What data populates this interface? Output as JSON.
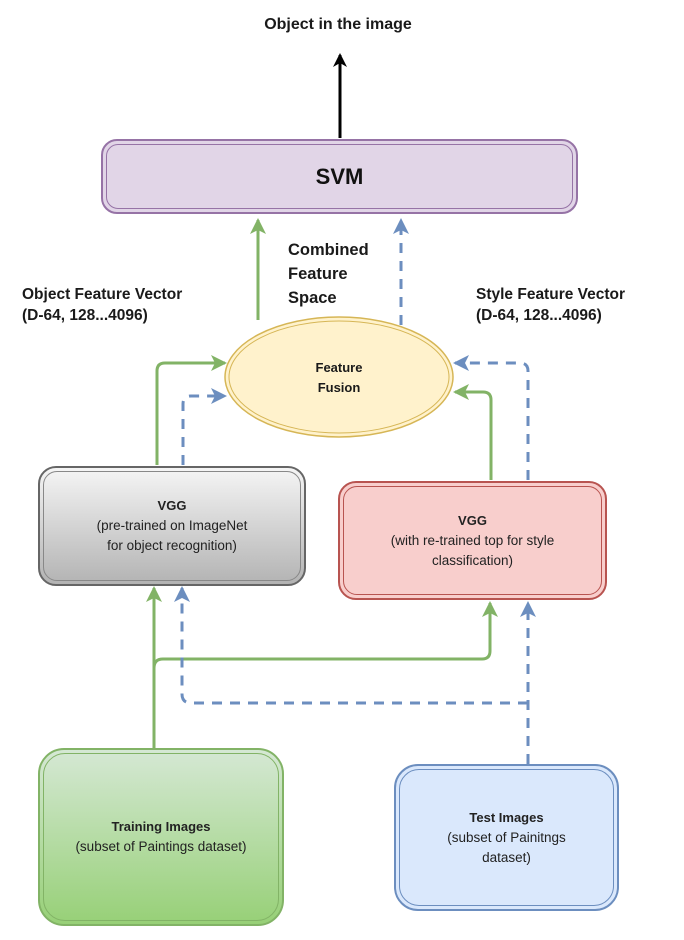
{
  "diagram": {
    "output_label": "Object in the image",
    "combined_label": "Combined\nFeature\nSpace",
    "object_vector_label": "Object Feature  Vector\n(D-64, 128...4096)",
    "style_vector_label": "Style Feature  Vector\n(D-64, 128...4096)",
    "nodes": {
      "svm": {
        "title": "SVM"
      },
      "fusion": {
        "title": "Feature\nFusion"
      },
      "vgg_object": {
        "title": "VGG",
        "subtitle": "(pre-trained on ImageNet\nfor object recognition)"
      },
      "vgg_style": {
        "title": "VGG",
        "subtitle": "(with re-trained  top for style\nclassification)"
      },
      "training": {
        "title": "Training Images",
        "subtitle": "(subset of Paintings dataset)"
      },
      "test": {
        "title": "Test Images",
        "subtitle": "(subset of Painitngs\ndataset)"
      }
    },
    "edge_types": {
      "training_flow": {
        "style": "solid",
        "color": "#82b366"
      },
      "test_flow": {
        "style": "dashed",
        "color": "#6c8ebf"
      },
      "output": {
        "style": "solid",
        "color": "#000000"
      }
    }
  }
}
